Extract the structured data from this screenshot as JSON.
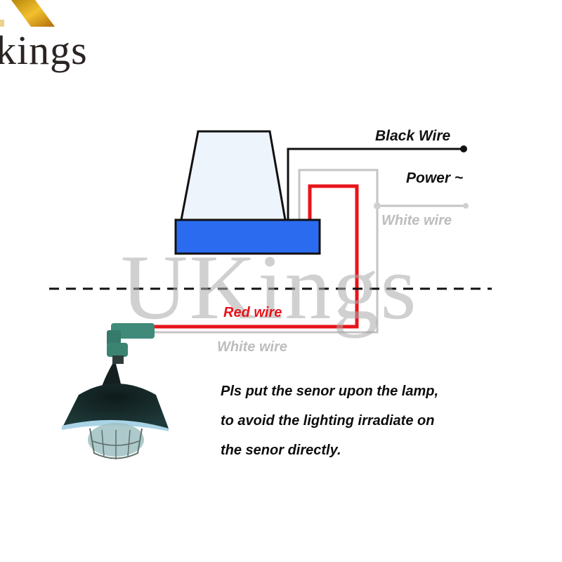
{
  "logo": {
    "text": "kings",
    "accent_color": "#d4a017"
  },
  "watermark": {
    "text": "UKings"
  },
  "sensor": {
    "dome_color": "#eef4fc",
    "base_color": "#2b6bf0"
  },
  "labels": {
    "black_wire": "Black Wire",
    "power": "Power ~",
    "white_wire_top": "White wire",
    "red_wire": "Red wire",
    "white_wire_bottom": "White wire"
  },
  "wire_colors": {
    "black": "#111111",
    "red": "#e8141b",
    "white": "#c4c4c4"
  },
  "note": {
    "lines": [
      "Pls put the senor upon the lamp,",
      "to avoid the lighting  irradiate on",
      "the senor directly."
    ]
  }
}
